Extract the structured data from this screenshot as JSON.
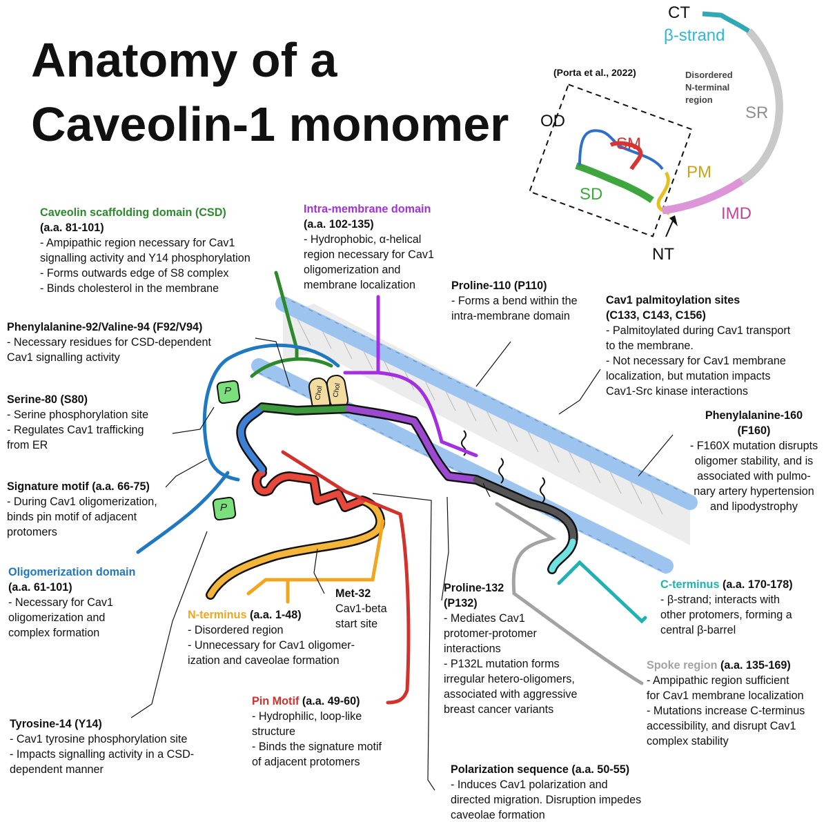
{
  "title": [
    "Anatomy of a",
    "Caveolin-1 monomer"
  ],
  "structure": {
    "citation": "(Porta et al., 2022)",
    "disordered": [
      "Disordered",
      "N-terminal",
      "region"
    ],
    "labels": {
      "ct": "CT",
      "beta": "β-strand",
      "sr": "SR",
      "od": "OD",
      "sm": "SM",
      "sd": "SD",
      "pm": "PM",
      "imd": "IMD",
      "nt": "NT"
    }
  },
  "cartoon": {
    "chol": "Chol",
    "phospho": "P"
  },
  "annotations": {
    "csd": {
      "name": "Caveolin scaffolding domain (CSD)",
      "range": "(a.a. 81-101)",
      "lines": [
        "- Ampipathic region necessary for Cav1",
        "signalling activity and Y14 phosphorylation",
        "- Forms outwards edge of S8 complex",
        "- Binds cholesterol in the membrane"
      ]
    },
    "imd": {
      "name": "Intra-membrane domain",
      "range": "(a.a. 102-135)",
      "lines": [
        "- Hydrophobic, α-helical",
        "region necessary for Cav1",
        "oligomerization and",
        "membrane localization"
      ]
    },
    "p110": {
      "name": "Proline-110 (P110)",
      "lines": [
        "- Forms a bend within the",
        "intra-membrane domain"
      ]
    },
    "palm": {
      "name": "Cav1 palmitoylation sites",
      "name2": "(C133, C143, C156)",
      "lines": [
        "- Palmitoylated during Cav1 transport",
        "to the membrane.",
        "- Not necessary for Cav1 membrane",
        "localization, but mutation impacts",
        "Cav1-Src kinase interactions"
      ]
    },
    "f92": {
      "name": "Phenylalanine-92/Valine-94 (F92/V94)",
      "lines": [
        "- Necessary residues for CSD-dependent",
        "Cav1 signalling activity"
      ]
    },
    "s80": {
      "name": "Serine-80 (S80)",
      "lines": [
        "- Serine phosphorylation site",
        "- Regulates Cav1 trafficking",
        "from ER"
      ]
    },
    "f160": {
      "name": "Phenylalanine-160",
      "name2": "(F160)",
      "lines": [
        "- F160X mutation disrupts",
        "oligomer stability, and is",
        "associated with pulmo-",
        "nary artery hypertension",
        "and lipodystrophy"
      ]
    },
    "sig": {
      "name": "Signature motif",
      "range": "(a.a. 66-75)",
      "lines": [
        "- During Cav1 oligomerization,",
        "binds pin motif of adjacent",
        "protomers"
      ]
    },
    "od": {
      "name": "Oligomerization domain",
      "range": "(a.a. 61-101)",
      "lines": [
        "- Necessary for Cav1",
        "oligomerization and",
        "complex formation"
      ]
    },
    "met32": {
      "name": "Met-32",
      "lines": [
        "Cav1-beta",
        "start site"
      ]
    },
    "nterm": {
      "name": "N-terminus",
      "range": "(a.a. 1-48)",
      "lines": [
        "- Disordered region",
        "- Unnecessary for Cav1 oligomer-",
        "ization and caveolae formation"
      ]
    },
    "p132": {
      "name": "Proline-132",
      "name2": "(P132)",
      "lines": [
        "- Mediates Cav1",
        "protomer-protomer",
        "interactions",
        "- P132L mutation forms",
        "irregular hetero-oligomers,",
        "associated with aggressive",
        "breast cancer variants"
      ]
    },
    "cterm": {
      "name": "C-terminus",
      "range": "(a.a. 170-178)",
      "lines": [
        "- β-strand; interacts with",
        "other protomers, forming a",
        "central β-barrel"
      ]
    },
    "spoke": {
      "name": "Spoke region",
      "range": "(a.a. 135-169)",
      "lines": [
        "- Ampipathic region sufficient",
        "for Cav1 membrane localization",
        "- Mutations increase C-terminus",
        "accessibility, and disrupt Cav1",
        "complex stability"
      ]
    },
    "pin": {
      "name": "Pin Motif",
      "range": "(a.a. 49-60)",
      "lines": [
        "- Hydrophilic, loop-like",
        "structure",
        "- Binds the signature motif",
        "of adjacent protomers"
      ]
    },
    "y14": {
      "name": "Tyrosine-14 (Y14)",
      "lines": [
        "- Cav1 tyrosine phosphorylation site",
        "- Impacts signalling activity in a CSD-",
        "dependent manner"
      ]
    },
    "polar": {
      "name": "Polarization sequence",
      "range": "(a.a. 50-55)",
      "lines": [
        "- Induces Cav1 polarization and",
        "directed migration. Disruption impedes",
        "caveolae formation"
      ]
    }
  },
  "colors": {
    "green": "#2c8a2c",
    "purple": "#a32fe0",
    "blue": "#1f78c0",
    "orange": "#f0a61e",
    "red": "#d2322c",
    "teal": "#21b1b1",
    "grey": "#a3a3a3",
    "membrane": "#9cc4ef"
  }
}
